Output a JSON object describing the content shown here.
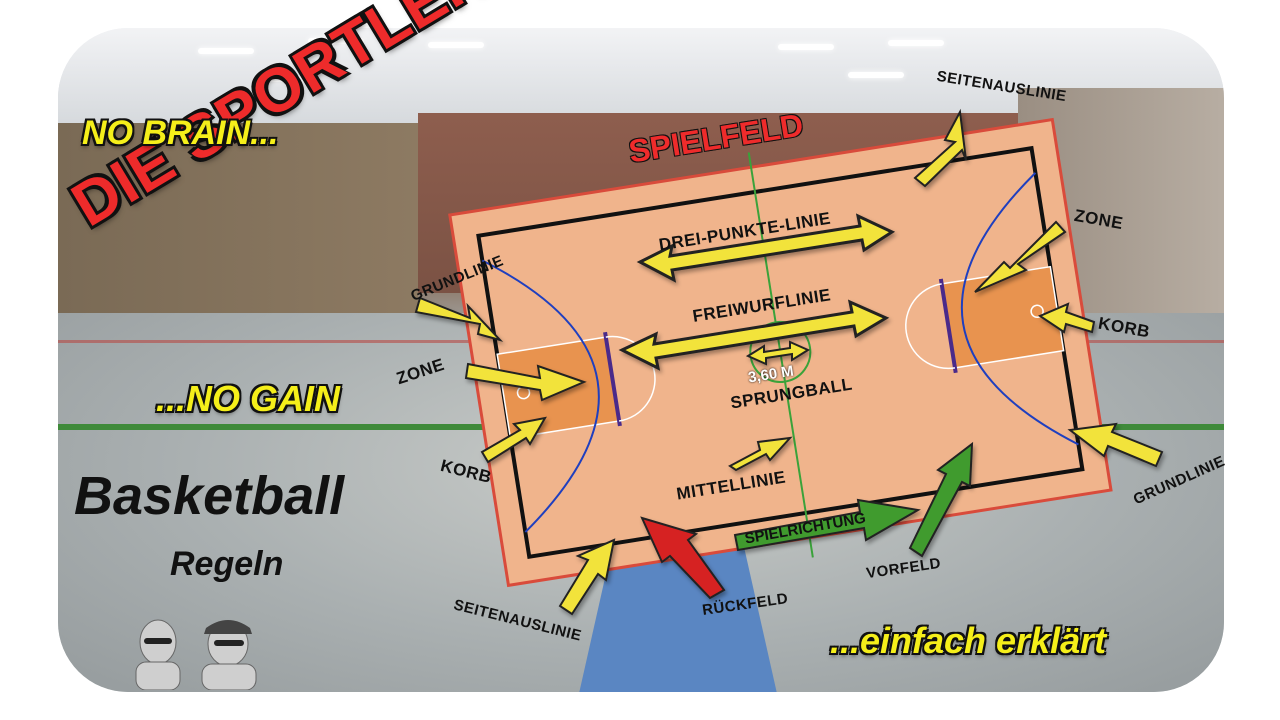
{
  "thumbnail": {
    "title": "DIE SPORTLEHRER",
    "slogan_top": "NO BRAIN...",
    "slogan_bottom": "...NO GAIN",
    "topic": "Basketball",
    "subtitle": "Regeln",
    "tagline": "...einfach erklärt",
    "court_labels": {
      "spielfeld": "SPIELFELD",
      "seitenauslinie_top": "SEITENAUSLINIE",
      "seitenauslinie_bottom": "SEITENAUSLINIE",
      "grundlinie_left": "GRUNDLINIE",
      "grundlinie_right": "GRUNDLINIE",
      "zone_left": "ZONE",
      "zone_right": "ZONE",
      "korb_left": "KORB",
      "korb_right": "KORB",
      "drei_punkte_linie": "DREI-PUNKTE-LINIE",
      "freiwurflinie": "FREIWURFLINIE",
      "kreis_masse": "3,60 M",
      "sprungball": "SPRUNGBALL",
      "mittellinie": "MITTELLINIE",
      "spielrichtung": "SPIELRICHTUNG",
      "rueckfeld": "RÜCKFELD",
      "vorfeld": "VORFELD"
    },
    "colors": {
      "title_red": "#ee2b2b",
      "slogan_yellow": "#f5ef1a",
      "court": "#f0b48c",
      "key": "#e8934f",
      "arrow_yellow": "#f2e33a",
      "arrow_red": "#d62020",
      "arrow_green": "#3f9b2f"
    }
  }
}
